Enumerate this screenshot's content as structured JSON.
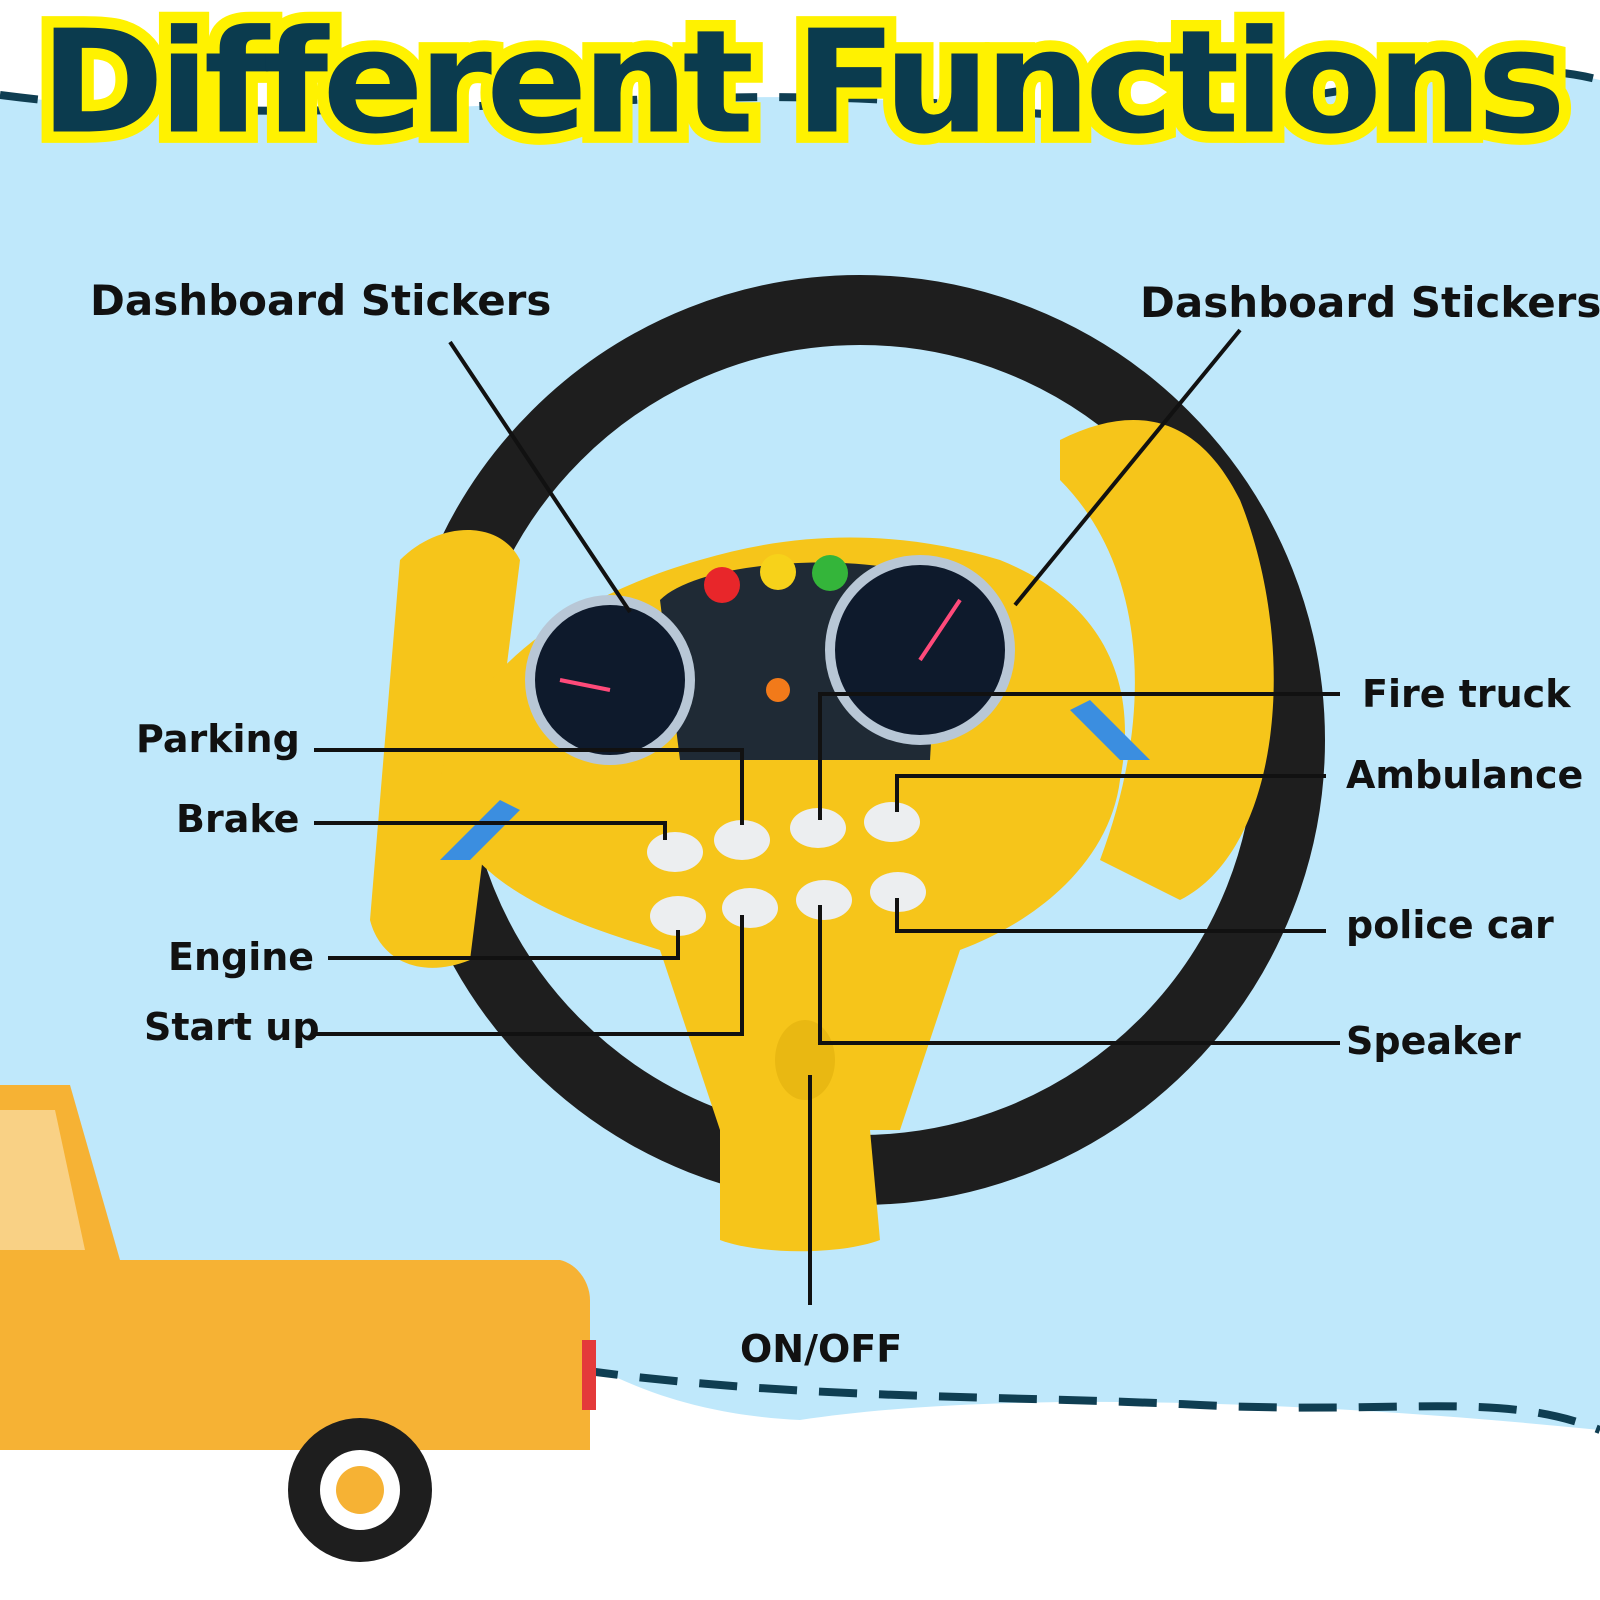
{
  "title": "Different Functions",
  "labels": {
    "dashboard_left": "Dashboard Stickers",
    "dashboard_right": "Dashboard Stickers",
    "parking": "Parking",
    "brake": "Brake",
    "engine": "Engine",
    "start_up": "Start up",
    "fire_truck": "Fire truck",
    "ambulance": "Ambulance",
    "police_car": "police car",
    "speaker": "Speaker",
    "on_off": "ON/OFF"
  },
  "colors": {
    "sky": "#bfe8fb",
    "dash": "#0f3e52",
    "title_text": "#0b3b4e",
    "title_outline": "#fff200",
    "wheel_yellow": "#f6c51a",
    "wheel_black": "#1e1e1e",
    "truck": "#f6b234",
    "accent_blue": "#3b8ee0"
  }
}
